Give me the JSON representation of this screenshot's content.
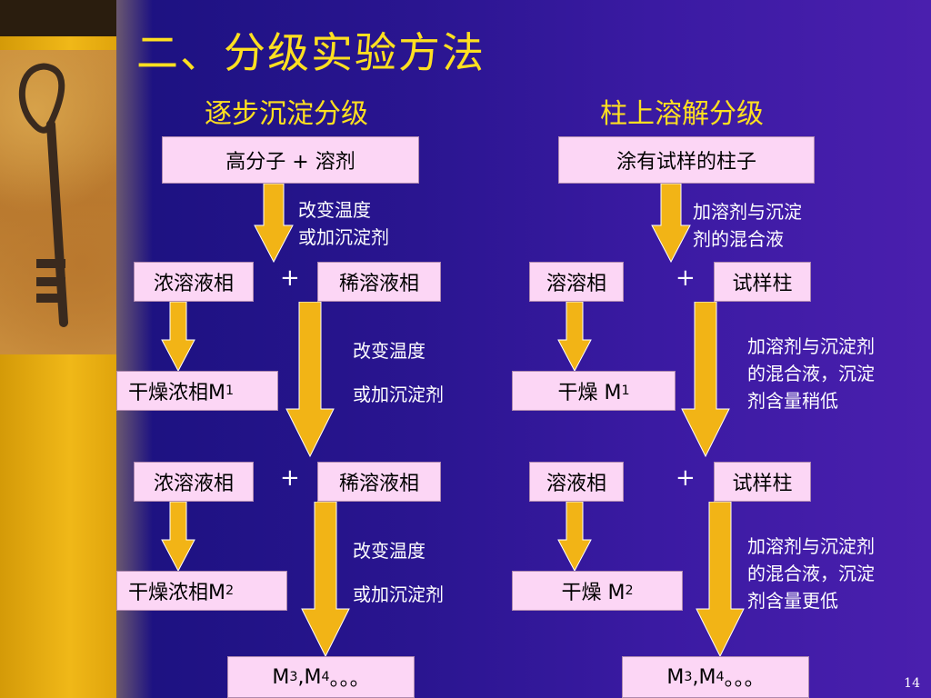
{
  "slide": {
    "title": "二、分级实验方法",
    "page_number": "14"
  },
  "left_column": {
    "heading": "逐步沉淀分级",
    "start_box": "高分子 +  溶剂",
    "step1_note_line1": "改变温度",
    "step1_note_line2": "或加沉淀剂",
    "row1": {
      "left": "浓溶液相",
      "plus": "+",
      "right": "稀溶液相"
    },
    "dry1": {
      "text": "干燥浓相M",
      "sub": "1"
    },
    "step2_note_line1": "改变温度",
    "step2_note_line2": "或加沉淀剂",
    "row2": {
      "left": "浓溶液相",
      "plus": "+",
      "right": "稀溶液相"
    },
    "dry2": {
      "text": "干燥浓相M",
      "sub": "2"
    },
    "step3_note_line1": "改变温度",
    "step3_note_line2": "或加沉淀剂",
    "end": {
      "m3": "M",
      "m3_sub": "3",
      "sep": ", ",
      "m4": "M",
      "m4_sub": "4",
      "dots": "  。。。"
    }
  },
  "right_column": {
    "heading": "柱上溶解分级",
    "start_box": "涂有试样的柱子",
    "step1_note_line1": "加溶剂与沉淀",
    "step1_note_line2": "剂的混合液",
    "row1": {
      "left": "溶溶相",
      "plus": "+",
      "right": "试样柱"
    },
    "dry1": {
      "text": "干燥  M",
      "sub": "1"
    },
    "step2_note_line1": "加溶剂与沉淀剂",
    "step2_note_line2": "的混合液，沉淀",
    "step2_note_line3": "剂含量稍低",
    "row2": {
      "left": "溶液相",
      "plus": "+",
      "right": "试样柱"
    },
    "dry2": {
      "text": "干燥    M",
      "sub": "2"
    },
    "step3_note_line1": "加溶剂与沉淀剂",
    "step3_note_line2": "的混合液，沉淀",
    "step3_note_line3": "剂含量更低",
    "end": {
      "m3": "M",
      "m3_sub": "3",
      "sep": ", ",
      "m4": "M",
      "m4_sub": "4",
      "dots": "  。。。"
    }
  },
  "colors": {
    "arrow_fill": "#f2b416",
    "arrow_stroke": "#ffffff",
    "box_fill": "#fcd6f5",
    "heading": "#ffe020"
  }
}
